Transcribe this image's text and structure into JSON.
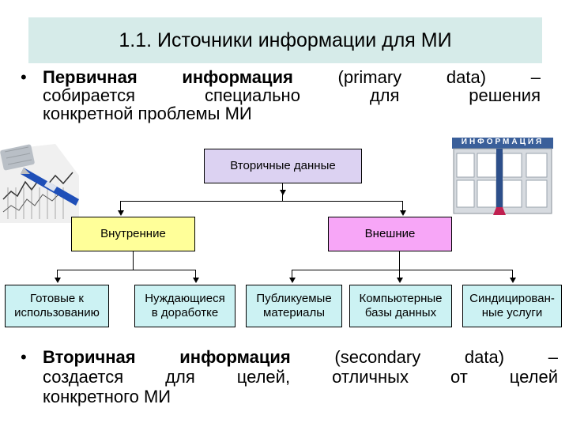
{
  "slide": {
    "title": "1.1. Источники информации для МИ",
    "bullet_symbol": "•",
    "primary": {
      "line1_words": [
        "Первичная",
        "информация",
        "(primary",
        "data)",
        "–"
      ],
      "line2_words": [
        "собирается",
        "специально",
        "для",
        "решения"
      ],
      "line3": "конкретной проблемы МИ"
    },
    "secondary": {
      "line1_words": [
        "Вторичная",
        "информация",
        "(secondary",
        "data)",
        "–"
      ],
      "line2_words": [
        "создается",
        "для",
        "целей,",
        "отличных",
        "от",
        "целей"
      ],
      "line3": "конкретного МИ"
    }
  },
  "diagram": {
    "root": "Вторичные данные",
    "internal": "Внутренние",
    "external": "Внешние",
    "ready": [
      "Готовые к",
      "использованию"
    ],
    "needs_work": [
      "Нуждающиеся",
      "в доработке"
    ],
    "published": [
      "Публикуемые",
      "материалы"
    ],
    "computer_db": [
      "Компьютерные",
      "базы данных"
    ],
    "syndicated": [
      "Синдицирован-",
      "ные услуги"
    ]
  },
  "building_sign": "ИНФОРМАЦИЯ",
  "colors": {
    "title_bg": "#d6ebe9",
    "root_box": "#dcd2f2",
    "internal_box": "#ffff99",
    "external_box": "#f7a6f7",
    "leaf_box": "#ccf2f3"
  }
}
